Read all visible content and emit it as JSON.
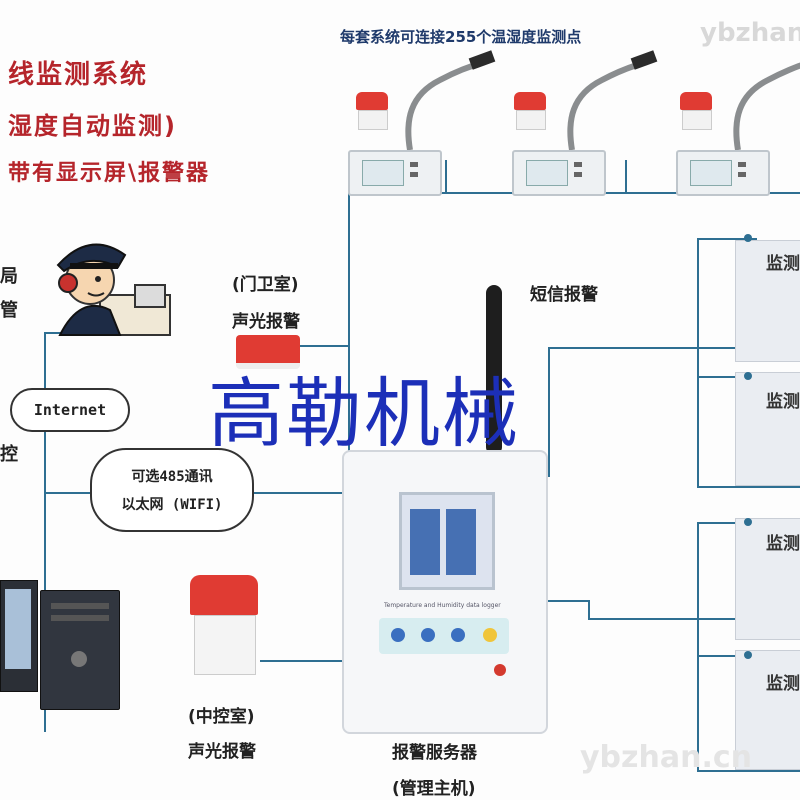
{
  "title_lines": [
    "线监测系统",
    "湿度自动监测)",
    "带有显示屏\\报警器"
  ],
  "top_caption": "每套系统可连接255个温湿度监测点",
  "left_labels": [
    "局",
    "管",
    "控"
  ],
  "gate_label": "(门卫室)",
  "gate_alarm": "声光报警",
  "sms_alarm": "短信报警",
  "internet": "Internet",
  "comm_line1": "可选485通讯",
  "comm_line2": "以太网 (WIFI)",
  "center_label": "(中控室)",
  "center_alarm": "声光报警",
  "server_label": "报警服务器",
  "server_sub": "(管理主机)",
  "device_caption": "Temperature and Humidity data logger",
  "monitor_label": "监测",
  "watermark": "高勒机械",
  "corner_watermark_top": "ybzhan.cn",
  "corner_watermark_bottom": "ybzhan.cn",
  "colors": {
    "wire": "#2e6f92",
    "title_red": "#b5252b",
    "watermark_blue": "#1c2fb8",
    "alarm_red": "#e03b33"
  }
}
